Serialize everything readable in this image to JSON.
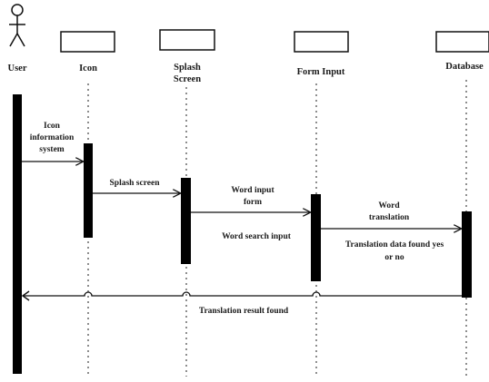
{
  "diagram": {
    "participants": {
      "user": "User",
      "icon": "Icon",
      "splash_line1": "Splash",
      "splash_line2": "Screen",
      "form_input": "Form Input",
      "database": "Database"
    },
    "messages": {
      "m1_line1": "Icon",
      "m1_line2": "information",
      "m1_line3": "system",
      "m2": "Splash screen",
      "m3_line1": "Word input",
      "m3_line2": "form",
      "m3_note": "Word search input",
      "m4_line1": "Word",
      "m4_line2": "translation",
      "m4_note_line1": "Translation data found yes",
      "m4_note_line2": "or no",
      "return": "Translation result found"
    }
  }
}
